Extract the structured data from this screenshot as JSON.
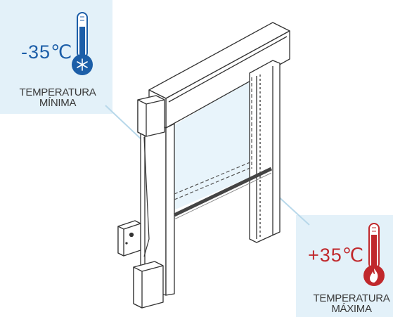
{
  "cold": {
    "value": "-35℃",
    "label_line1": "TEMPERATURA",
    "label_line2": "MÍNIMA",
    "color": "#1c5ea8",
    "icon": "snowflake-icon"
  },
  "hot": {
    "value": "+35℃",
    "label_line1": "TEMPERATURA",
    "label_line2": "MÁXIMA",
    "color": "#c0282c",
    "icon": "flame-icon"
  },
  "colors": {
    "panel_background": "#e3f1f9",
    "line_art": "#333333",
    "callout_line": "#b8d8ea"
  }
}
